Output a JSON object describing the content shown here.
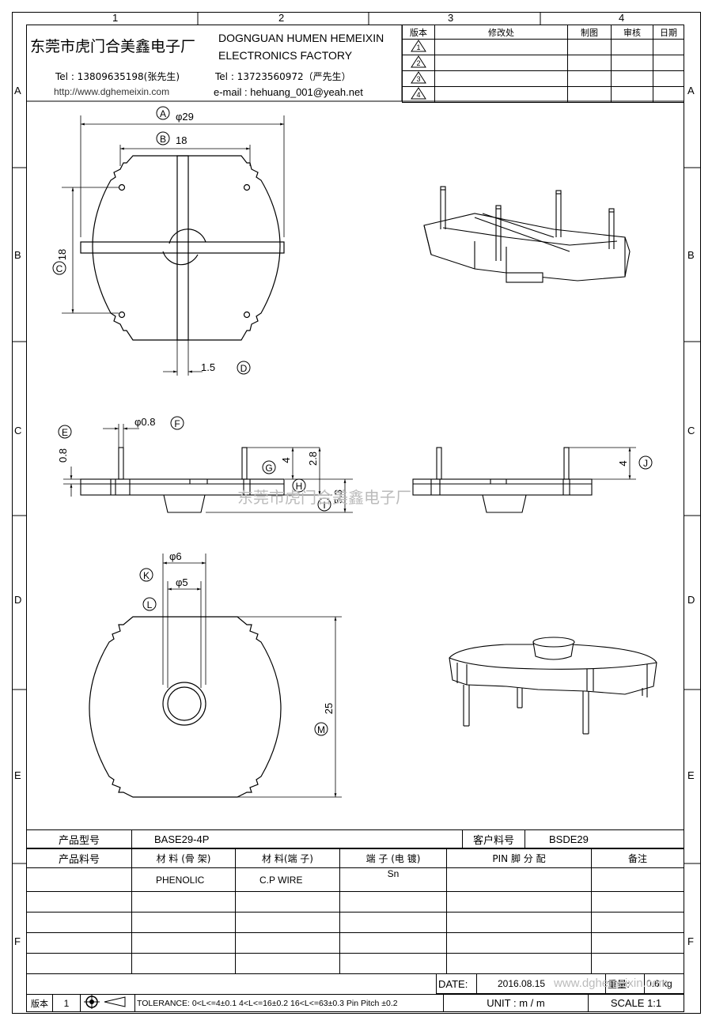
{
  "border": {
    "columns": [
      "1",
      "2",
      "3",
      "4"
    ],
    "rows": [
      "A",
      "B",
      "C",
      "D",
      "E",
      "F"
    ]
  },
  "header": {
    "company_cn": "东莞市虎门合美鑫电子厂",
    "company_en_line1": "DOGNGUAN HUMEN HEMEIXIN",
    "company_en_line2": "ELECTRONICS FACTORY",
    "tel1": "Tel : 13809635198(张先生)",
    "tel2": "Tel : 13723560972（严先生）",
    "url": "http://www.dghemeixin.com",
    "email": "e-mail : hehuang_001@yeah.net"
  },
  "revision_table": {
    "headers": [
      "版本",
      "修改处",
      "制图",
      "审核",
      "日期"
    ],
    "rows": [
      "1",
      "2",
      "3",
      "4"
    ]
  },
  "drawing": {
    "labels": {
      "A": "A",
      "B": "B",
      "C": "C",
      "D": "D",
      "E": "E",
      "F": "F",
      "G": "G",
      "H": "H",
      "I": "I",
      "J": "J",
      "K": "K",
      "L": "L",
      "M": "M"
    },
    "dims": {
      "A": "φ29",
      "B": "18",
      "C": "18",
      "D": "1.5",
      "E": "0.8",
      "F": "φ0.8",
      "G": "4",
      "H": "2.8",
      "I": "5.3",
      "J": "4",
      "K": "φ6",
      "L": "φ5",
      "M": "25"
    },
    "watermark": "东莞市虎门合美鑫电子厂"
  },
  "bottom": {
    "product_model_label": "产品型号",
    "product_model_value": "BASE29-4P",
    "customer_no_label": "客户料号",
    "customer_no_value": "BSDE29",
    "product_no_label": "产品料号",
    "col_material_frame": "材 料 (骨 架)",
    "col_material_pin": "材 料(端 子)",
    "col_pin_plating": "端 子 (电 镀)",
    "col_pin_assign": "PIN 脚 分 配",
    "col_remark": "备注",
    "material_frame": "PHENOLIC",
    "material_pin": "C.P WIRE",
    "pin_plating": "Sn",
    "date_label": "DATE:",
    "date_value": "2016.08.15",
    "weight_label": "重量:",
    "weight_value": "0.6 kg",
    "version_label": "版本",
    "version_value": "1",
    "tolerance": "TOLERANCE:  0<L<=4±0.1  4<L<=16±0.2  16<L<=63±0.3  Pin Pitch  ±0.2",
    "unit": "UNIT :  m / m",
    "scale": "SCALE    1:1",
    "watermark": "www.dghemeixin.com"
  }
}
